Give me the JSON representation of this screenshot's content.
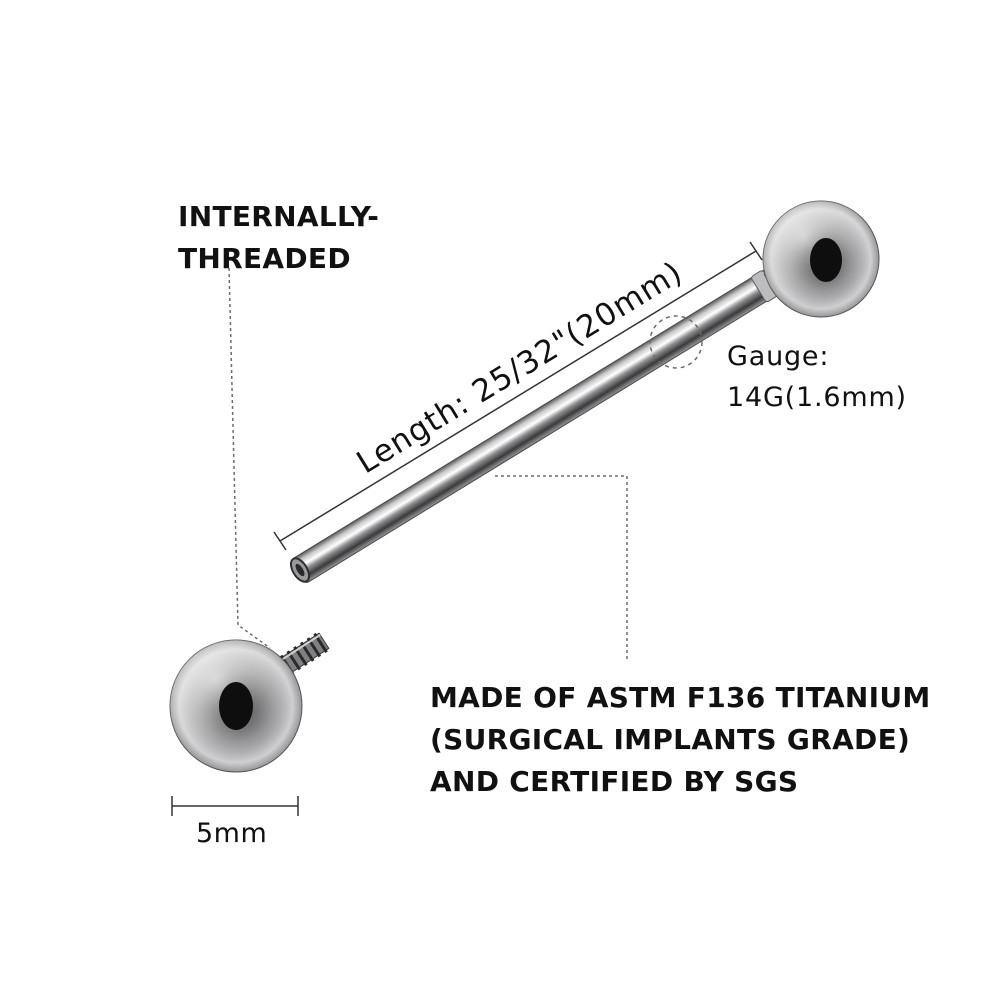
{
  "labels": {
    "threaded": [
      "INTERNALLY-",
      "THREADED"
    ],
    "material": [
      "MADE OF ASTM F136 TITANIUM",
      "(SURGICAL IMPLANTS GRADE)",
      "AND CERTIFIED BY SGS"
    ],
    "gauge": [
      "Gauge:",
      "14G(1.6mm)"
    ],
    "length": "Length: 25/32\"(20mm)",
    "ball_size": "5mm"
  },
  "colors": {
    "text": "#111111",
    "metal_light": "#f4f4f4",
    "metal_mid": "#a9a9ab",
    "metal_dark": "#3a3a3c",
    "leader_line": "#6b6b6b"
  }
}
